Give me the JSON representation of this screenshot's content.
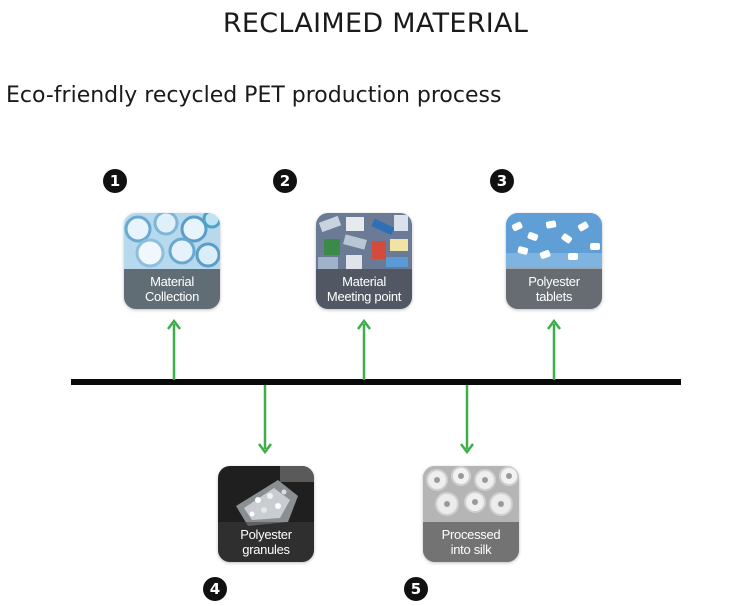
{
  "header": {
    "title": "RECLAIMED MATERIAL",
    "subtitle": "Eco-friendly recycled PET production process"
  },
  "colors": {
    "arrow": "#3dae4a",
    "timeline": "#0a0a0a",
    "badge": "#111111"
  },
  "steps": [
    {
      "number": "1",
      "label": "Material\nCollection",
      "icon": "plastic-bottles-image",
      "direction": "up"
    },
    {
      "number": "2",
      "label": "Material\nMeeting point",
      "icon": "mixed-plastic-waste-image",
      "direction": "up"
    },
    {
      "number": "3",
      "label": "Polyester\ntablets",
      "icon": "polyester-tablets-image",
      "direction": "up"
    },
    {
      "number": "4",
      "label": "Polyester\ngranules",
      "icon": "polyester-granules-image",
      "direction": "down"
    },
    {
      "number": "5",
      "label": "Processed\ninto silk",
      "icon": "yarn-spools-image",
      "direction": "down"
    }
  ]
}
